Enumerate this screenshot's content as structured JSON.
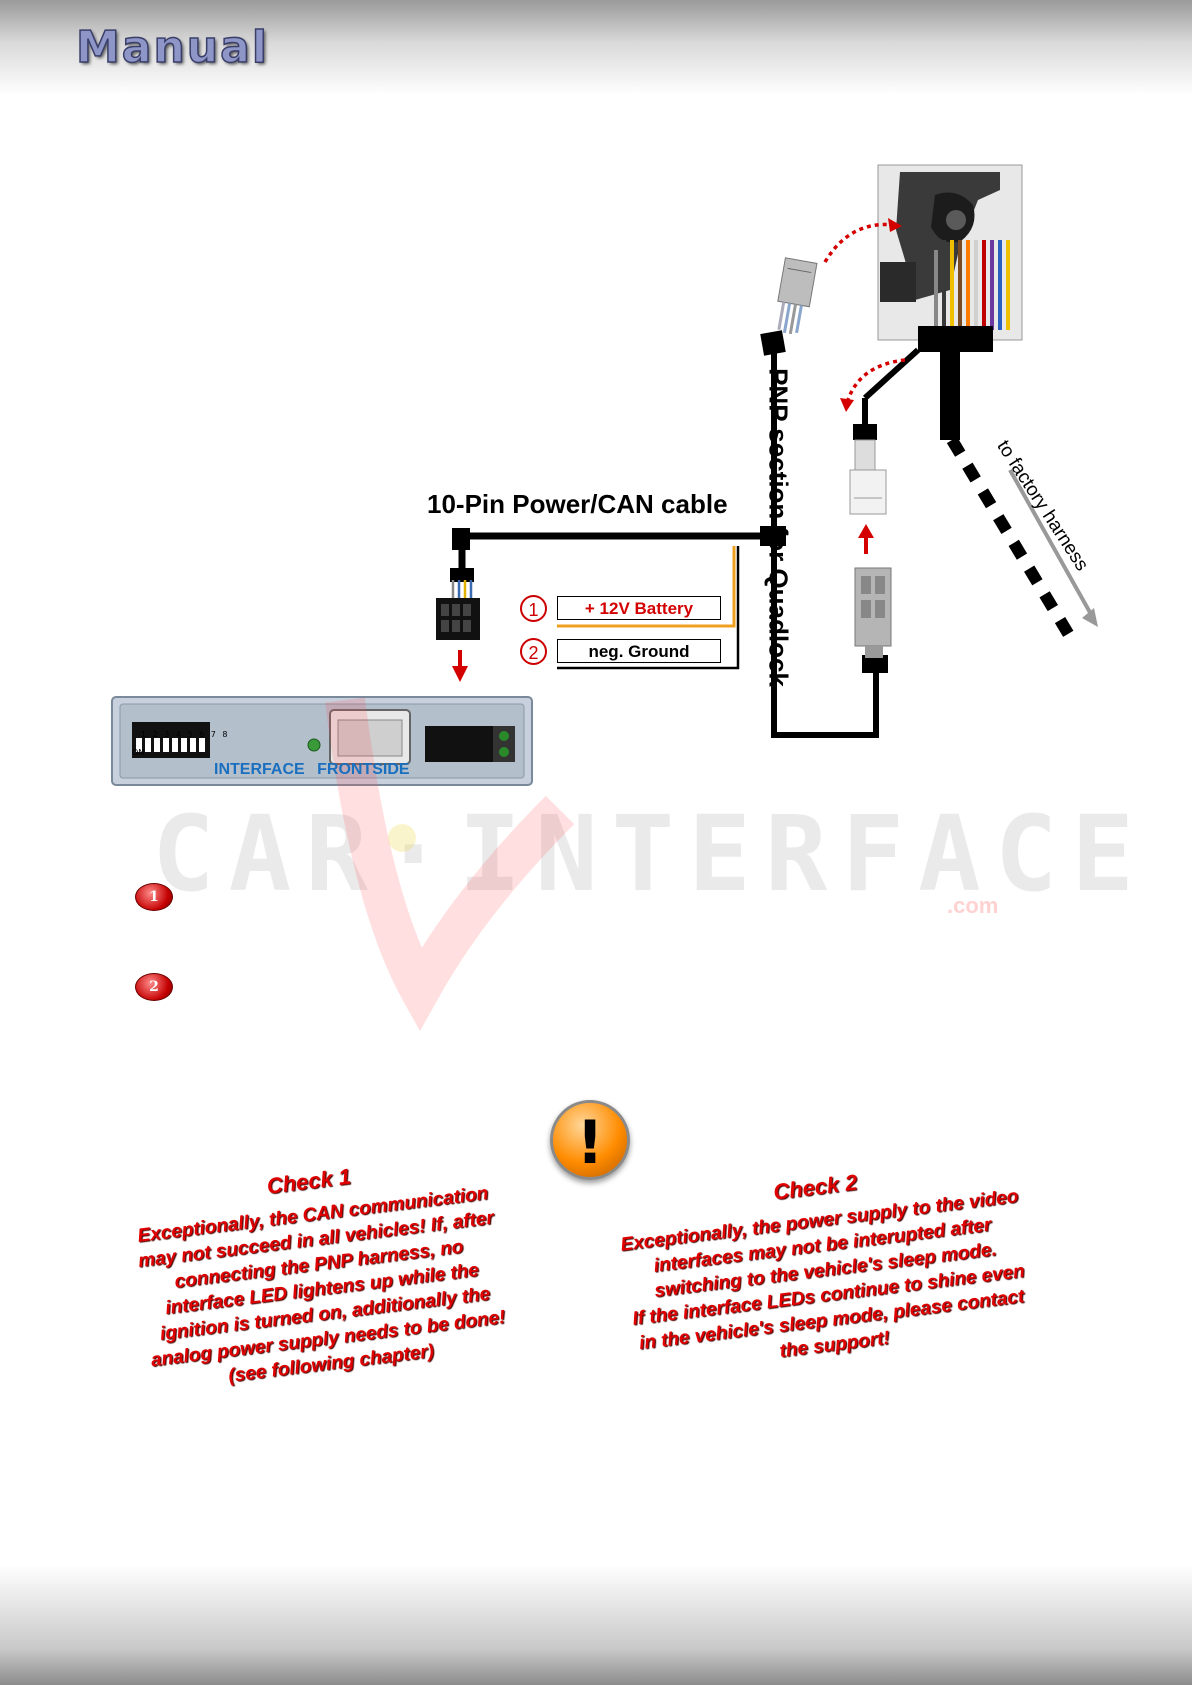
{
  "header": {
    "title": "Manual"
  },
  "diagram": {
    "cable_label": "10-Pin Power/CAN cable",
    "pnp_label": "PNP section for Quadlock",
    "factory_label": "to factory harness",
    "callouts": [
      {
        "number": "1",
        "label": "+ 12V Battery",
        "color": "#d40000"
      },
      {
        "number": "2",
        "label": "neg. Ground",
        "color": "#000000"
      }
    ],
    "interface": {
      "label": "INTERFACE FRONTSIDE",
      "dip_numbers": "1 2 3 4 5 6 7 8",
      "dip_on": "ON"
    }
  },
  "watermark": {
    "text": "CAR·INTERFACE",
    "suffix": ".com"
  },
  "legend": {
    "badges": [
      "1",
      "2"
    ]
  },
  "warning": {
    "icon": "exclamation-icon",
    "symbol": "!"
  },
  "checks": [
    {
      "title": "Check 1",
      "lines": [
        "Exceptionally, the CAN communication",
        "may not succeed in all vehicles! If, after",
        "connecting the PNP harness, no",
        "interface LED lightens up while the",
        "ignition is turned on, additionally the",
        "analog power supply needs to be done!",
        "(see following chapter)"
      ]
    },
    {
      "title": "Check 2",
      "lines": [
        "Exceptionally, the power supply to the video",
        "interfaces may not be interupted after",
        "switching to the vehicle's sleep mode.",
        "If the interface LEDs continue to shine even",
        "in the vehicle's sleep mode, please contact",
        "the support!"
      ]
    }
  ]
}
